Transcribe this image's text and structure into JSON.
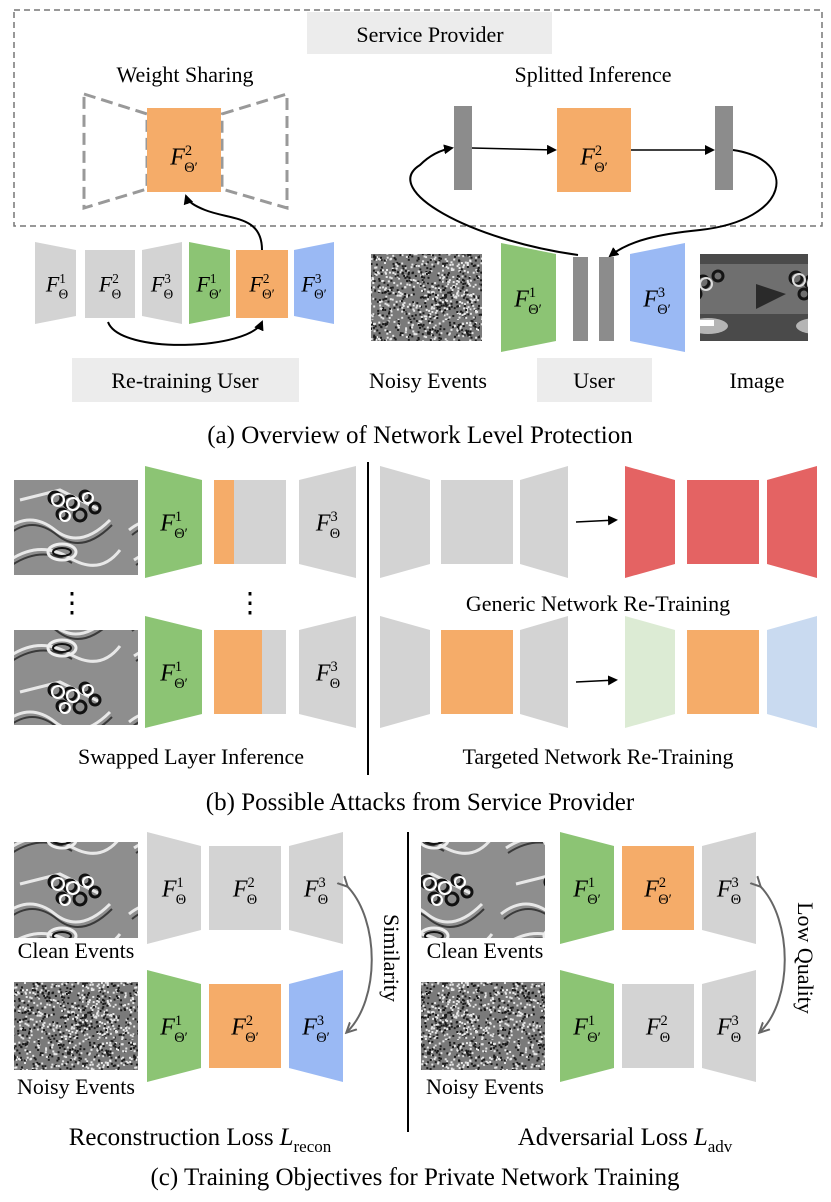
{
  "colors": {
    "gray": "#d3d3d3",
    "green": "#8cc474",
    "orange": "#f5ac69",
    "blue": "#9ab9f4",
    "red": "#e46363",
    "light_green": "#dcebd4",
    "light_blue": "#c9daf0",
    "dark_gray": "#8c8c8c",
    "label_box": "#ececec"
  },
  "module_labels": {
    "f": "F",
    "theta": "Θ",
    "theta_prime": "Θ′",
    "sup1": "1",
    "sup2": "2",
    "sup3": "3"
  },
  "part_a": {
    "service_provider": "Service Provider",
    "weight_sharing": "Weight Sharing",
    "splitted_inference": "Splitted Inference",
    "retraining_user": "Re-training User",
    "noisy_events": "Noisy Events",
    "user": "User",
    "image": "Image",
    "caption": "(a) Overview of Network Level Protection"
  },
  "part_b": {
    "ellipsis": "⋮",
    "generic_retraining": "Generic Network Re-Training",
    "swapped_layer": "Swapped Layer Inference",
    "targeted_retraining": "Targeted Network Re-Training",
    "caption": "(b) Possible Attacks from Service Provider"
  },
  "part_c": {
    "clean_events": "Clean Events",
    "noisy_events": "Noisy Events",
    "similarity": "Similarity",
    "low_quality": "Low Quality",
    "recon_loss_text": "Reconstruction Loss",
    "recon_symbol": "L",
    "recon_sub": "recon",
    "adv_loss_text": "Adversarial Loss",
    "adv_symbol": "L",
    "adv_sub": "adv",
    "caption": "(c) Training Objectives for Private Network Training"
  }
}
